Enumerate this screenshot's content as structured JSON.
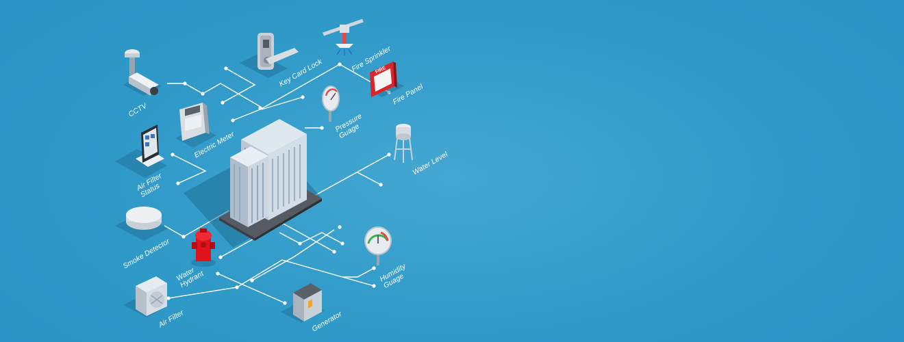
{
  "colors": {
    "background": "#2f99c8",
    "lines": "#ffffff",
    "hydrant": "#e0121b",
    "fire_panel": "#d8262a"
  },
  "fire_panel_text": "FIRE",
  "labels": {
    "cctv": "CCTV",
    "key_card_lock": "Key Card Lock",
    "fire_sprinkler": "Fire Sprinkler",
    "fire_panel": "Fire Panel",
    "electric_meter": "Electric Meter",
    "pressure_guage": "Pressure\nGuage",
    "water_level": "Water Level",
    "air_filter_status": "Air Filter\nStatus",
    "smoke_detector": "Smoke Detector",
    "water_hydrant": "Water\nHydrant",
    "humidity_guage": "Humidity\nGuage",
    "air_filter": "Air Filter",
    "generator": "Generator"
  },
  "icons": [
    "cctv-camera-icon",
    "key-card-lock-icon",
    "fire-sprinkler-icon",
    "fire-panel-icon",
    "electric-meter-icon",
    "pressure-gauge-icon",
    "water-tower-icon",
    "air-filter-status-tablet-icon",
    "smoke-detector-icon",
    "fire-hydrant-icon",
    "humidity-gauge-icon",
    "air-filter-fan-icon",
    "generator-icon",
    "office-building-icon"
  ]
}
